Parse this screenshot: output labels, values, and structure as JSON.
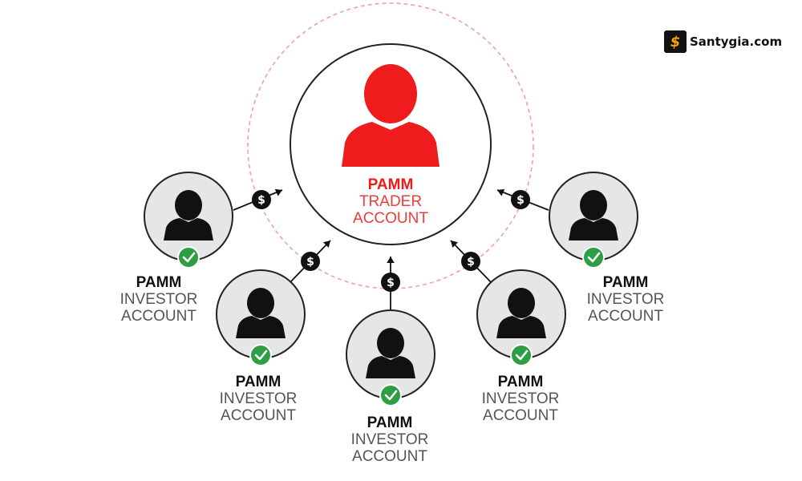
{
  "brand": {
    "logo_text": "Santygia.com",
    "accent_color": "#f6a400"
  },
  "colors": {
    "trader_red": "#ee1c1c",
    "investor_fill": "#e6e6e6",
    "check_green": "#2e9e44",
    "dashed_ring": "#f2a0a0",
    "dark": "#111111"
  },
  "trader": {
    "title": "PAMM",
    "line2": "TRADER",
    "line3": "ACCOUNT",
    "icon": "person-icon"
  },
  "investors": [
    {
      "title": "PAMM",
      "line2": "INVESTOR",
      "line3": "ACCOUNT"
    },
    {
      "title": "PAMM",
      "line2": "INVESTOR",
      "line3": "ACCOUNT"
    },
    {
      "title": "PAMM",
      "line2": "INVESTOR",
      "line3": "ACCOUNT"
    },
    {
      "title": "PAMM",
      "line2": "INVESTOR",
      "line3": "ACCOUNT"
    },
    {
      "title": "PAMM",
      "line2": "INVESTOR",
      "line3": "ACCOUNT"
    }
  ],
  "flow_symbol": "$",
  "icons": [
    "person-icon",
    "check-icon",
    "dollar-icon",
    "arrow-icon"
  ]
}
